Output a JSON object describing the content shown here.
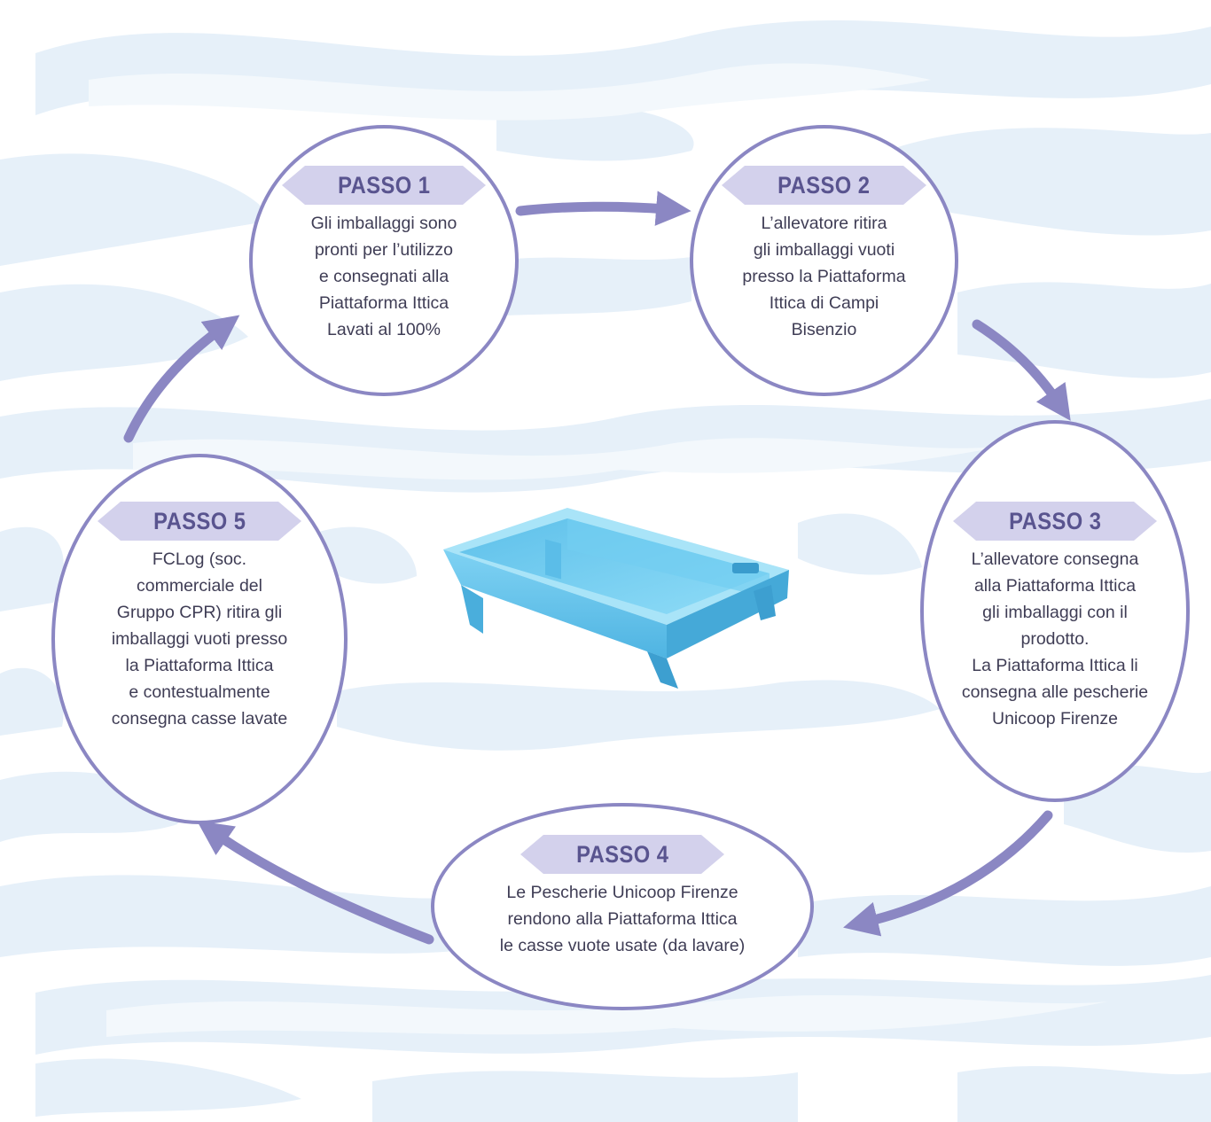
{
  "steps": [
    {
      "badge": "PASSO 1",
      "text": "Gli imballaggi sono\npronti per l’utilizzo\ne consegnati alla\nPiattaforma Ittica\nLavati al 100%"
    },
    {
      "badge": "PASSO 2",
      "text": "L’allevatore ritira\ngli imballaggi vuoti\npresso la Piattaforma\nIttica di Campi\nBisenzio"
    },
    {
      "badge": "PASSO 3",
      "text": "L’allevatore consegna\nalla Piattaforma Ittica\ngli imballaggi con il\nprodotto.\nLa Piattaforma Ittica li\nconsegna alle pescherie\nUnicoop Firenze"
    },
    {
      "badge": "PASSO 4",
      "text": "Le Pescherie Unicoop Firenze\nrendono alla Piattaforma Ittica\nle casse vuote usate (da lavare)"
    },
    {
      "badge": "PASSO 5",
      "text": "FCLog (soc.\ncommerciale del\nGruppo CPR) ritira gli\nimballaggi vuoti presso\nla Piattaforma Ittica\ne contestualmente\nconsegna casse lavate"
    }
  ],
  "colors": {
    "circle_border": "#8b87c3",
    "badge_fill": "#d3d1ec",
    "badge_text": "#59548f",
    "arrow": "#8b87c3",
    "waves": "#e6f0f9",
    "crate": "#6cc4ea"
  }
}
